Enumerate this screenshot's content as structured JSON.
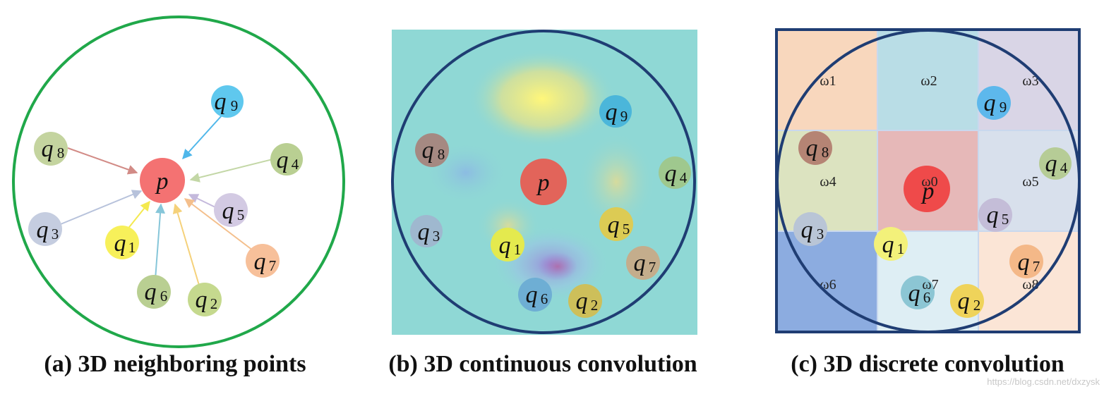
{
  "panels": {
    "a": {
      "caption": "(a)  3D neighboring points"
    },
    "b": {
      "caption": "(b) 3D continuous convolution"
    },
    "c": {
      "caption": "(c) 3D discrete convolution"
    }
  },
  "points": {
    "center": "p",
    "q1": {
      "base": "q",
      "sub": "1"
    },
    "q2": {
      "base": "q",
      "sub": "2"
    },
    "q3": {
      "base": "q",
      "sub": "3"
    },
    "q4": {
      "base": "q",
      "sub": "4"
    },
    "q5": {
      "base": "q",
      "sub": "5"
    },
    "q6": {
      "base": "q",
      "sub": "6"
    },
    "q7": {
      "base": "q",
      "sub": "7"
    },
    "q8": {
      "base": "q",
      "sub": "8"
    },
    "q9": {
      "base": "q",
      "sub": "9"
    }
  },
  "weights": [
    "ω0",
    "ω1",
    "ω2",
    "ω3",
    "ω4",
    "ω5",
    "ω6",
    "ω7",
    "ω8"
  ],
  "watermark": "https://blog.csdn.net/dxzysk",
  "colors": {
    "circle_a": "#20a84a",
    "circle_bc": "#1f3d73",
    "p": "#f06a6a",
    "q1": "#f7f05a",
    "q2": "#c5d98e",
    "q3": "#c5cde0",
    "q4": "#b9cf92",
    "q5": "#d3cae3",
    "q6": "#b9cf92",
    "q7": "#f7c09a",
    "q8": "#bfd09a",
    "q9": "#5fc8ee"
  }
}
